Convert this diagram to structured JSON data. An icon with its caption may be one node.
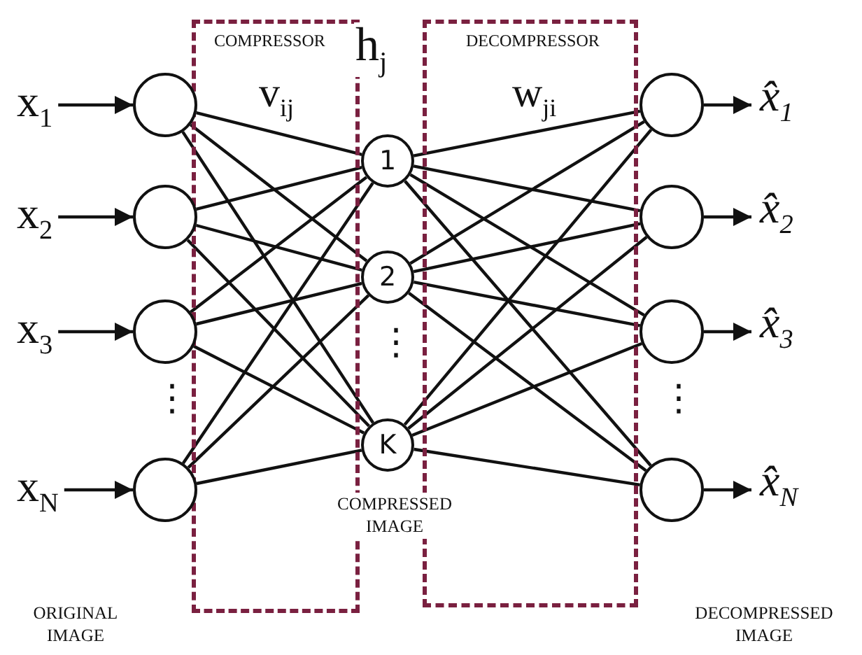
{
  "diagram": {
    "nodes": [
      {
        "text": [
          "x$_{1}$"
        ]
      },
      {
        "text": [
          "x$_{2}$"
        ]
      },
      {
        "text": [
          "x$_{3}$"
        ]
      },
      {
        "text": [
          "x$_{N}$"
        ]
      },
      {
        "text": [],
        "shape": "circle"
      },
      {
        "text": [],
        "shape": "circle"
      },
      {
        "text": [],
        "shape": "circle"
      },
      {
        "text": [],
        "shape": "circle"
      },
      {
        "text": [
          "1"
        ]
      },
      {
        "text": [
          "2"
        ]
      },
      {
        "text": [
          "K"
        ]
      },
      {
        "text": [],
        "shape": "circle"
      },
      {
        "text": [],
        "shape": "circle"
      },
      {
        "text": [],
        "shape": "circle"
      },
      {
        "text": [],
        "shape": "circle"
      },
      {
        "text": [
          "x̂$_{1}$"
        ]
      },
      {
        "text": [
          "x̂$_{2}$"
        ]
      },
      {
        "text": [
          "x̂$_{3}$"
        ]
      },
      {
        "text": [
          "x̂$_{N}$"
        ]
      }
    ],
    "edges": [
      {
        "from": 0,
        "to": 4,
        "arrow": "to"
      },
      {
        "from": 1,
        "to": 5,
        "arrow": "to"
      },
      {
        "from": 2,
        "to": 6,
        "arrow": "to"
      },
      {
        "from": 3,
        "to": 7,
        "arrow": "to"
      },
      {
        "from": 4,
        "to": 8,
        "arrow": "none"
      },
      {
        "from": 4,
        "to": 9,
        "arrow": "none"
      },
      {
        "from": 4,
        "to": 10,
        "arrow": "none"
      },
      {
        "from": 5,
        "to": 8,
        "arrow": "none"
      },
      {
        "from": 5,
        "to": 9,
        "arrow": "none"
      },
      {
        "from": 5,
        "to": 10,
        "arrow": "none"
      },
      {
        "from": 6,
        "to": 8,
        "arrow": "none"
      },
      {
        "from": 6,
        "to": 9,
        "arrow": "none"
      },
      {
        "from": 6,
        "to": 10,
        "arrow": "none"
      },
      {
        "from": 7,
        "to": 8,
        "arrow": "none"
      },
      {
        "from": 7,
        "to": 9,
        "arrow": "none"
      },
      {
        "from": 7,
        "to": 10,
        "arrow": "none"
      },
      {
        "from": 8,
        "to": 11,
        "arrow": "none"
      },
      {
        "from": 8,
        "to": 12,
        "arrow": "none"
      },
      {
        "from": 8,
        "to": 13,
        "arrow": "none"
      },
      {
        "from": 8,
        "to": 14,
        "arrow": "none"
      },
      {
        "from": 9,
        "to": 11,
        "arrow": "none"
      },
      {
        "from": 9,
        "to": 12,
        "arrow": "none"
      },
      {
        "from": 9,
        "to": 13,
        "arrow": "none"
      },
      {
        "from": 9,
        "to": 14,
        "arrow": "none"
      },
      {
        "from": 10,
        "to": 11,
        "arrow": "none"
      },
      {
        "from": 10,
        "to": 12,
        "arrow": "none"
      },
      {
        "from": 10,
        "to": 13,
        "arrow": "none"
      },
      {
        "from": 10,
        "to": 14,
        "arrow": "none"
      },
      {
        "from": 11,
        "to": 15,
        "arrow": "to"
      },
      {
        "from": 12,
        "to": 16,
        "arrow": "to"
      },
      {
        "from": 13,
        "to": 17,
        "arrow": "to"
      },
      {
        "from": 14,
        "to": 18,
        "arrow": "to"
      }
    ],
    "labels": [
      "COMPRESSOR",
      "v$_{ij}$",
      "h$_{j}$",
      "DECOMPRESSOR",
      "w$_{ji}$",
      "⋮",
      "⋮",
      "⋮",
      "COMPRESSED IMAGE",
      "ORIGINAL IMAGE",
      "DECOMPRESSED IMAGE"
    ]
  }
}
